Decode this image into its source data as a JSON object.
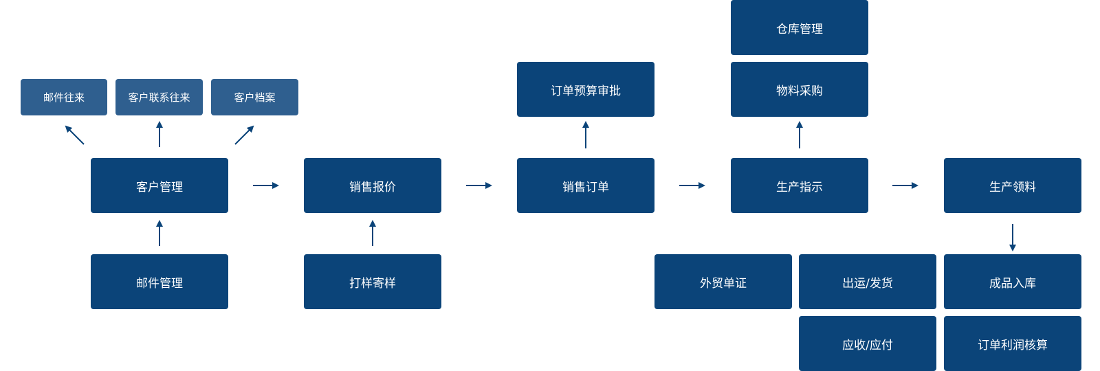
{
  "colors": {
    "node": "#0b4479",
    "node_small": "#2f5f8f",
    "arrow": "#0b4479",
    "text": "#ffffff"
  },
  "nodes": {
    "email_exchange": "邮件往来",
    "contact_exchange": "客户联系往来",
    "customer_file": "客户档案",
    "customer_mgmt": "客户管理",
    "email_mgmt": "邮件管理",
    "sales_quote": "销售报价",
    "sample": "打样寄样",
    "order_budget": "订单预算审批",
    "sales_order": "销售订单",
    "warehouse": "仓库管理",
    "purchase": "物料采购",
    "production_inst": "生产指示",
    "material_issue": "生产领料",
    "trade_docs": "外贸单证",
    "shipping": "出运/发货",
    "finished_in": "成品入库",
    "receivable": "应收/应付",
    "order_profit": "订单利润核算"
  }
}
